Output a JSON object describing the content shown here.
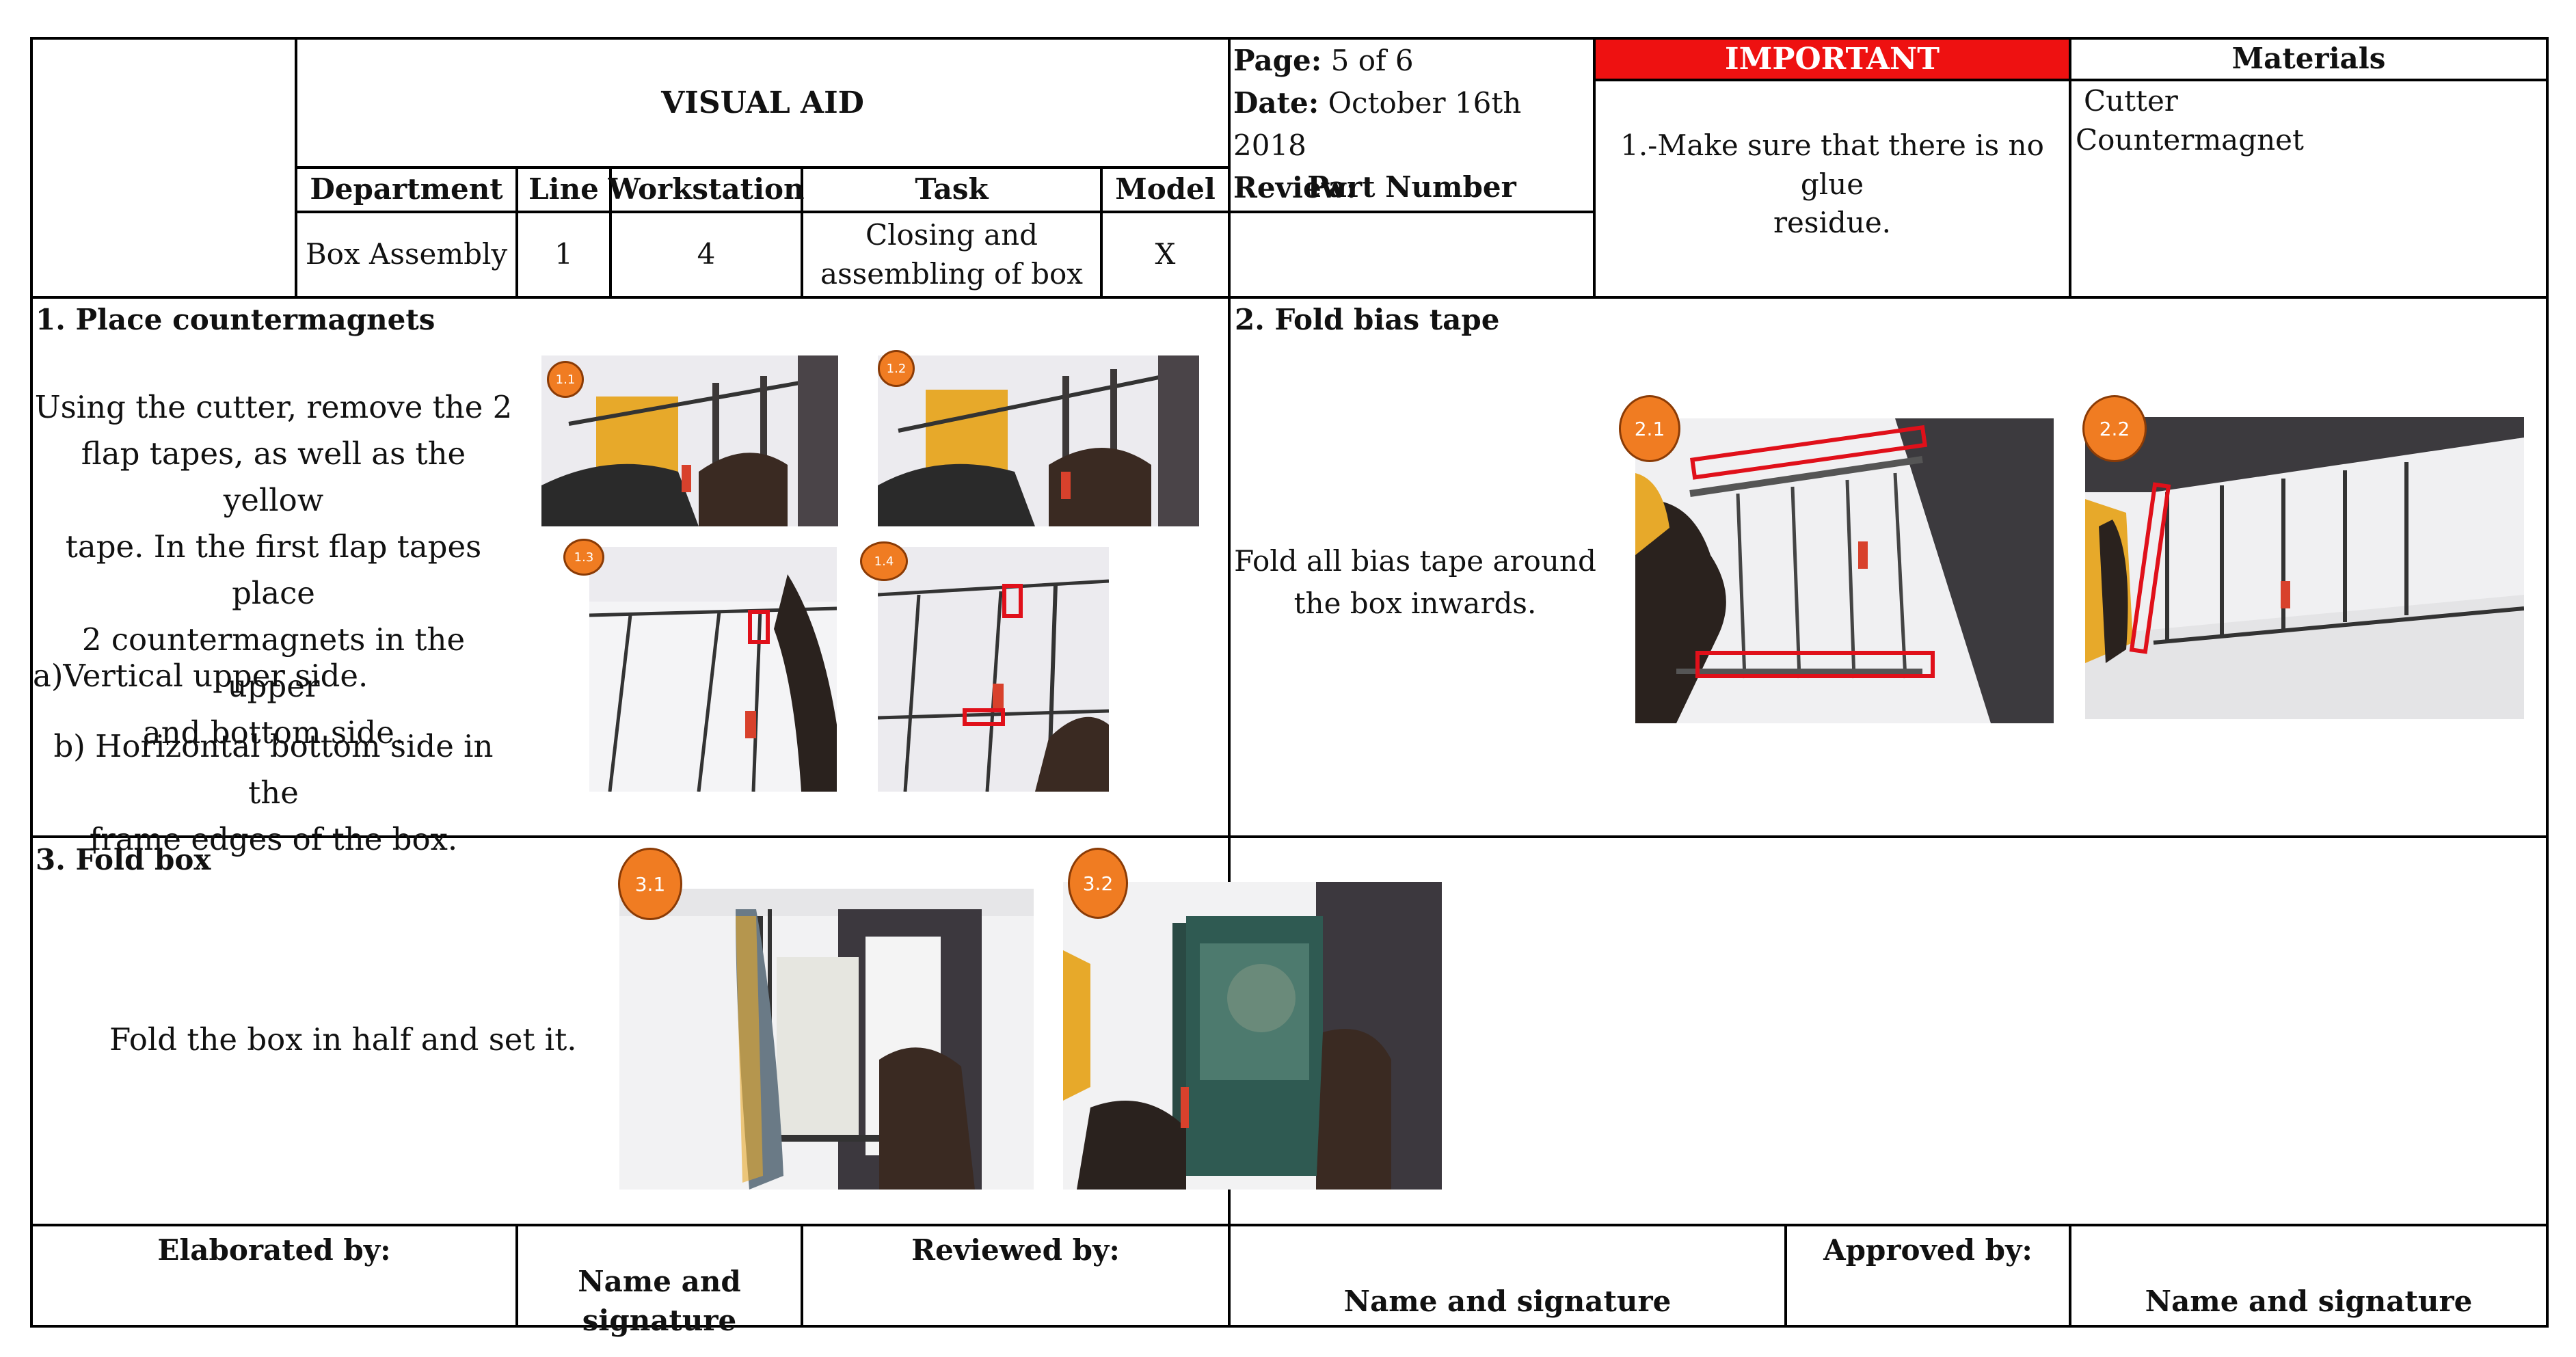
{
  "header": {
    "title": "VISUAL AID",
    "page_label": "Page:",
    "page_value": "5 of 6",
    "date_label": "Date:",
    "date_value": "October 16th 2018",
    "review_label": "Review:",
    "part_number_label": "Part Number",
    "part_number_value": "",
    "columns": {
      "department": "Department",
      "line": "Line",
      "workstation": "Workstation",
      "task": "Task",
      "model": "Model"
    },
    "values": {
      "department": "Box Assembly",
      "line": "1",
      "workstation": "4",
      "task_line1": "Closing and",
      "task_line2": "assembling of box",
      "model": "X"
    }
  },
  "important": {
    "label": "IMPORTANT",
    "note_line1": "1.-Make sure that there is no glue",
    "note_line2": "residue."
  },
  "materials": {
    "label": "Materials",
    "items": [
      "Cutter",
      "Countermagnet"
    ]
  },
  "steps": [
    {
      "title": "1. Place countermagnets",
      "text_lines": [
        "Using the cutter, remove the 2",
        "flap tapes, as well as the yellow",
        "tape. In the first  flap tapes place",
        "2 countermagnets in the upper",
        "and bottom side."
      ],
      "sub_a": "a)Vertical upper side.",
      "sub_b_line1": "b) Horizontal bottom side in the",
      "sub_b_line2": "frame edges of  the box.",
      "photos": [
        "1.1",
        "1.2",
        "1.3",
        "1.4"
      ]
    },
    {
      "title": "2. Fold bias tape",
      "text_line1": "Fold all bias tape around",
      "text_line2": "the box inwards.",
      "photos": [
        "2.1",
        "2.2"
      ]
    },
    {
      "title": "3. Fold box",
      "text": "Fold the box in half and set it.",
      "photos": [
        "3.1",
        "3.2"
      ]
    }
  ],
  "footer": {
    "elaborated_label": "Elaborated by:",
    "reviewed_label": "Reviewed by:",
    "approved_label": "Approved by:",
    "signature_1": "Name and signature",
    "signature_2": "Name and signature",
    "signature_3": "Name and signature"
  },
  "colors": {
    "important_bg": "#ee1111",
    "badge_fill": "#f07c22",
    "highlight_red": "#e0101a"
  }
}
